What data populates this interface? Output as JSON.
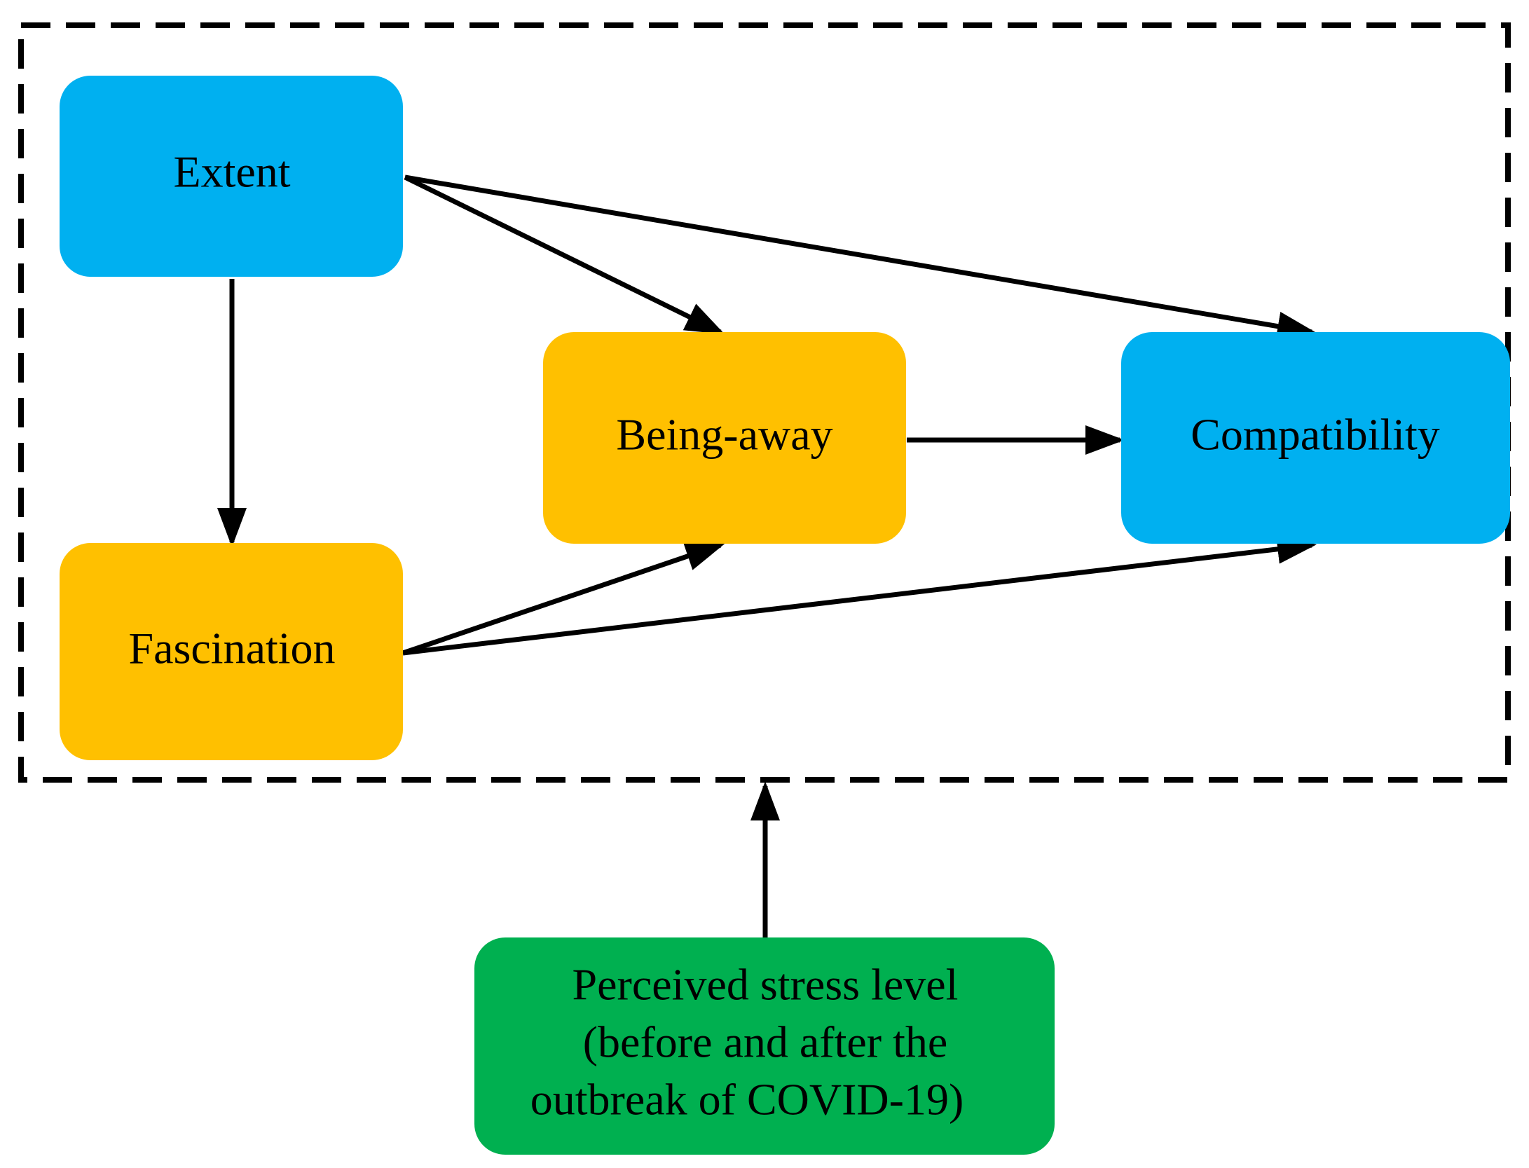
{
  "diagram": {
    "nodes": {
      "extent": {
        "label": "Extent",
        "color": "#00b0f0"
      },
      "fascination": {
        "label": "Fascination",
        "color": "#ffc000"
      },
      "being_away": {
        "label": "Being-away",
        "color": "#ffc000"
      },
      "compatibility": {
        "label": "Compatibility",
        "color": "#00b0f0"
      },
      "stress": {
        "lines": [
          "Perceived stress level",
          "(before and after the",
          "outbreak of COVID-19)"
        ],
        "color": "#00b050"
      }
    },
    "edges": [
      {
        "from": "extent",
        "to": "fascination"
      },
      {
        "from": "extent",
        "to": "being_away"
      },
      {
        "from": "extent",
        "to": "compatibility"
      },
      {
        "from": "fascination",
        "to": "being_away"
      },
      {
        "from": "fascination",
        "to": "compatibility"
      },
      {
        "from": "being_away",
        "to": "compatibility"
      },
      {
        "from": "stress",
        "to": "model_frame"
      }
    ]
  }
}
